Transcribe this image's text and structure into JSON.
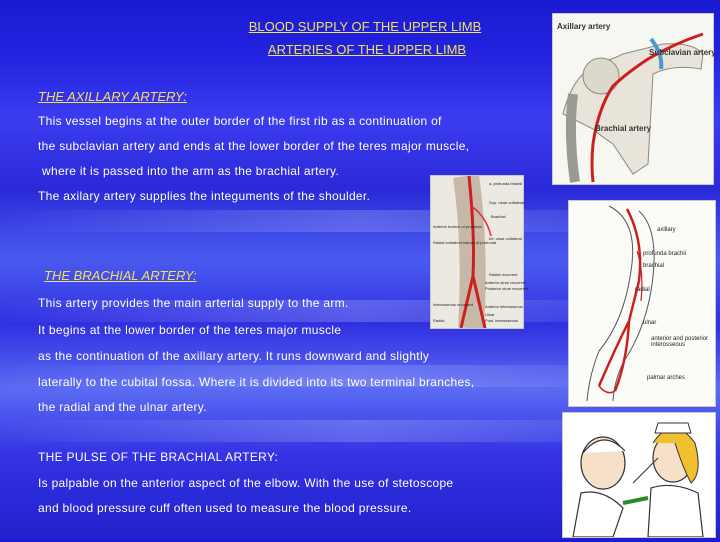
{
  "slide": {
    "title_line1": "BLOOD SUPPLY OF THE UPPER LIMB",
    "title_line2": "ARTERIES OF THE UPPER LIMB"
  },
  "axillary": {
    "heading": "THE AXILLARY ARTERY:",
    "lines": [
      "This vessel begins at the outer border of the first rib as a continuation of",
      "the subclavian artery and ends at the lower border of the teres major muscle,",
      "where it is passed into the arm as the brachial artery.",
      "The axilary artery supplies the integuments of the shoulder."
    ]
  },
  "brachial": {
    "heading": "THE BRACHIAL ARTERY:",
    "lines": [
      "This artery provides the main arterial supply to the arm.",
      "It begins at the lower border of the teres major muscle",
      "as the continuation of the axillary artery. It runs downward and slightly",
      "laterally to the cubital fossa. Where it is divided into its two terminal branches,",
      "the radial and the ulnar artery."
    ]
  },
  "pulse": {
    "heading": "THE PULSE OF THE BRACHIAL ARTERY:",
    "lines": [
      "Is palpable on the anterior aspect of the elbow. With the use of stetoscope",
      "and blood pressure cuff often used to measure the blood pressure."
    ]
  },
  "figures": {
    "shoulder": {
      "labels": [
        "Axillary artery",
        "Subclavian artery",
        "Brachial artery"
      ]
    },
    "arm_photo": {
      "labels": [
        "a. profunda brachii",
        "Sup. ulnar collateral",
        "Brachial",
        "Anterior branch of profunda",
        "Radial collateral branch of profunda",
        "Inf. ulnar collateral",
        "Radial recurrent",
        "Anterior ulnar recurrent",
        "Posterior ulnar recurrent",
        "Interosseous recurrent",
        "Anterior interosseous",
        "Ulnar",
        "Post. interosseous",
        "Radial"
      ]
    },
    "arm_diagram": {
      "labels": [
        "axillary",
        "profunda brachii",
        "brachial",
        "radial",
        "ulnar",
        "anterior and posterior interosseous",
        "palmar arches"
      ]
    }
  }
}
